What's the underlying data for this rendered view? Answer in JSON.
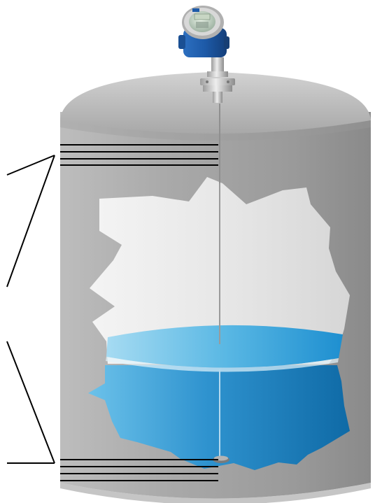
{
  "diagram": {
    "subject": "guided-wave-radar-level-transmitter-in-tank",
    "device_badge": "",
    "colors": {
      "tank_light": "#c8c8c8",
      "tank_mid": "#a6a6a6",
      "tank_dark": "#8a8a8a",
      "vapor_space": "#e9e9e9",
      "liquid_surface_light": "#8ed0ee",
      "liquid_surface": "#2a9bd6",
      "liquid_body_light": "#5db9e6",
      "liquid_body_dark": "#0f6fae",
      "transmitter_blue": "#1d5aa8",
      "flange_silver": "#cfcfcf",
      "probe": "#9a9a9a",
      "marker_lines": "#000000"
    },
    "components": [
      "transmitter-housing",
      "process-flange",
      "probe-rod",
      "probe-end-weight",
      "tank-shell",
      "tank-dome",
      "cutaway-window",
      "liquid-surface",
      "liquid-body",
      "upper-reference-lines",
      "lower-reference-lines",
      "callout-leader-lines"
    ]
  }
}
